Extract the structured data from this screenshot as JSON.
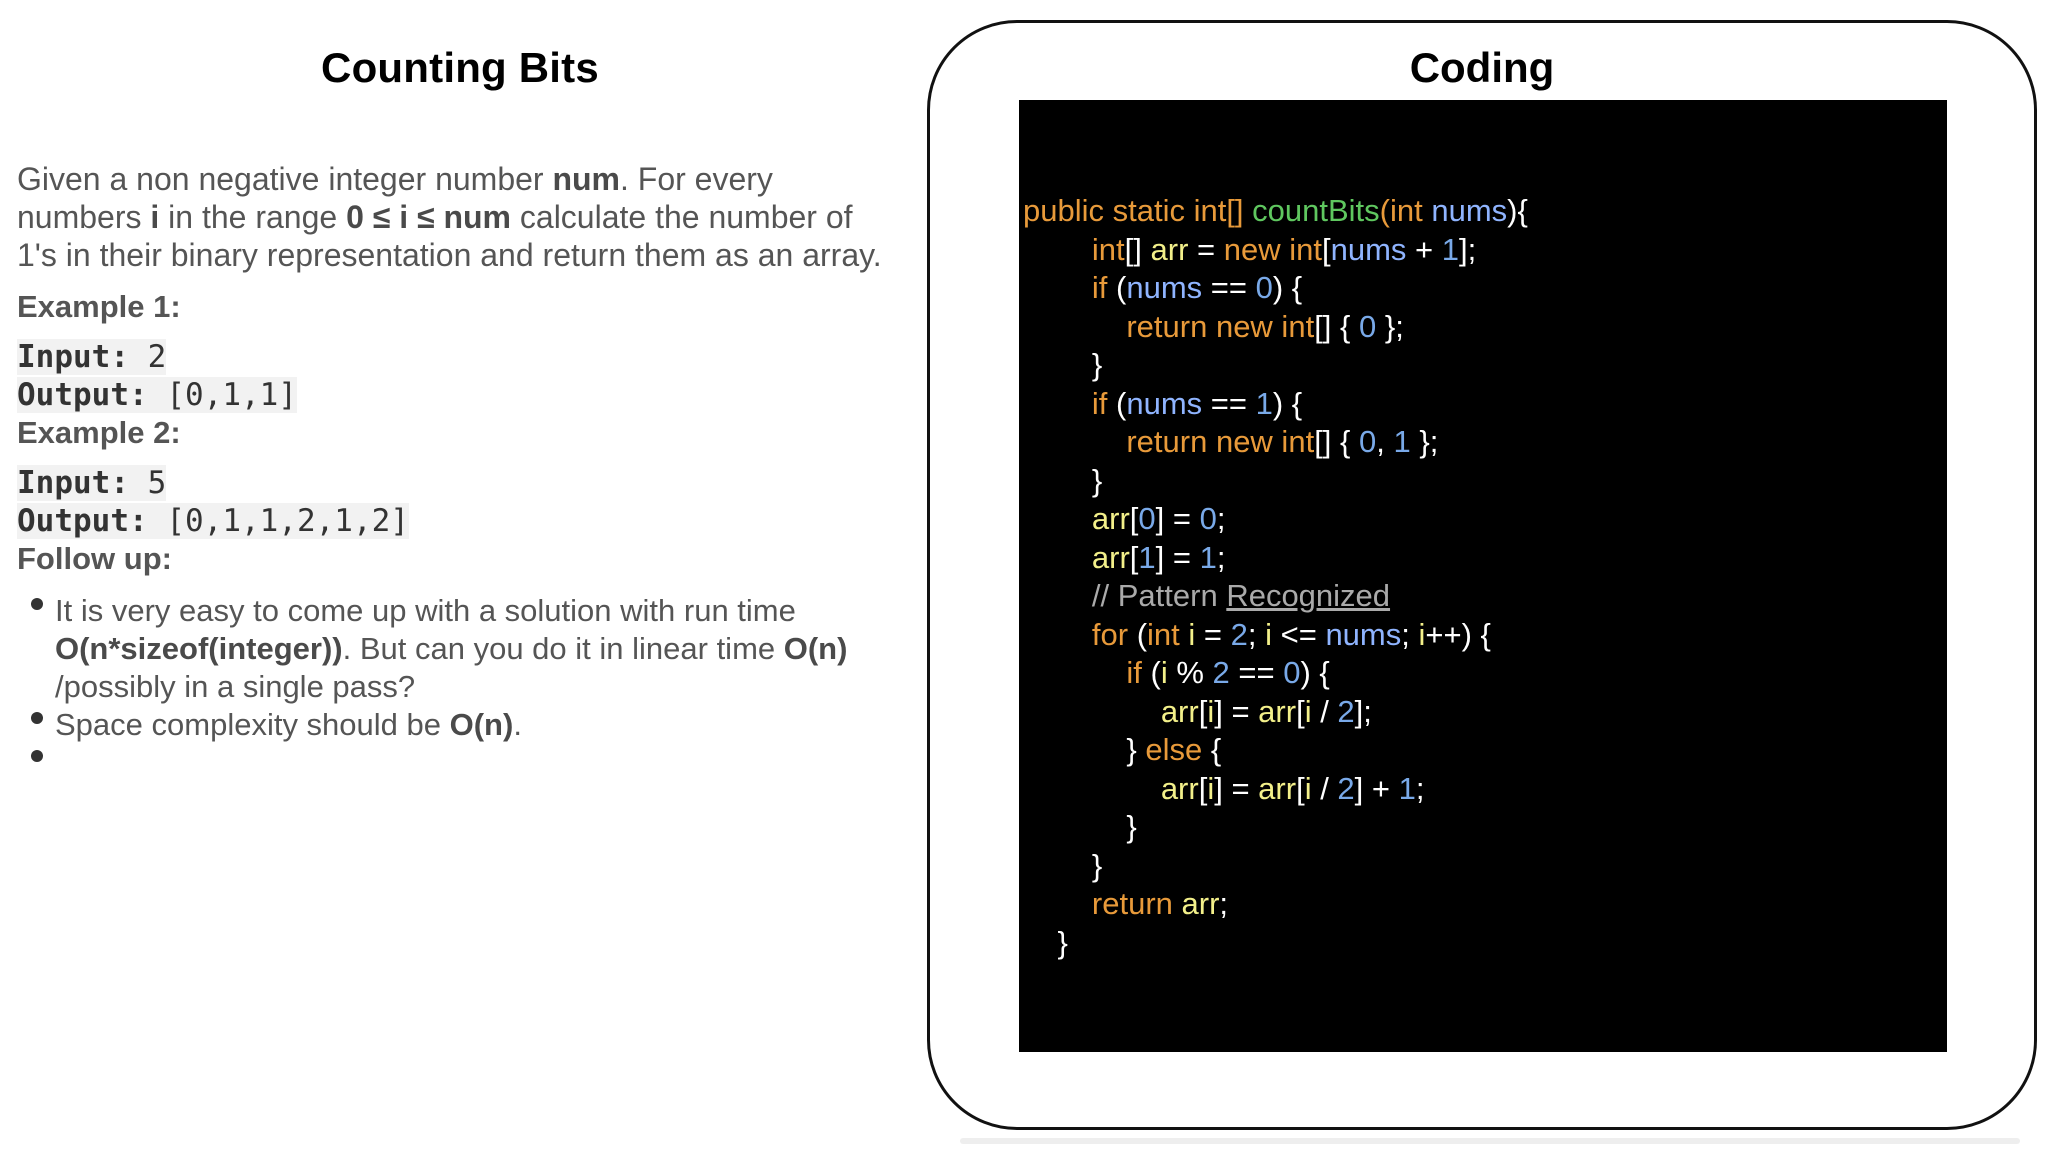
{
  "problem": {
    "title": "Counting Bits",
    "desc_1": "Given a non negative integer number ",
    "desc_num": "num",
    "desc_2": ". For every numbers ",
    "desc_i": "i",
    "desc_3": " in the range ",
    "desc_range": "0 ≤ i ≤ num",
    "desc_4": " calculate the number of 1's in their binary representation and return them as an array.",
    "example1_heading": "Example 1:",
    "example1_input_key": "Input:",
    "example1_input_val": "2",
    "example1_output_key": "Output:",
    "example1_output_val": "[0,1,1]",
    "example2_heading": "Example 2:",
    "example2_input_key": "Input:",
    "example2_input_val": "5",
    "example2_output_key": "Output:",
    "example2_output_val": "[0,1,1,2,1,2]",
    "followup_heading": "Follow up:",
    "followup_1a": "It is very easy to come up with a solution with run time ",
    "followup_1b": "O(n*sizeof(integer))",
    "followup_1c": ". But can you do it in linear time ",
    "followup_1d": "O(n)",
    "followup_1e": " /possibly in a single pass?",
    "followup_2a": "Space complexity should be ",
    "followup_2b": "O(n)",
    "followup_2c": "."
  },
  "coding": {
    "title": "Coding",
    "code_lines": [
      [
        [
          "kw",
          "public static int[] "
        ],
        [
          "fn",
          "countBits"
        ],
        [
          "kw",
          "("
        ],
        [
          "kw",
          "int "
        ],
        [
          "pm",
          "nums"
        ],
        [
          "",
          "){"
        ]
      ],
      [
        [
          "",
          "        "
        ],
        [
          "kw",
          "int"
        ],
        [
          "",
          "[] "
        ],
        [
          "vr",
          "arr"
        ],
        [
          "",
          " = "
        ],
        [
          "kw",
          "new int"
        ],
        [
          "",
          "["
        ],
        [
          "pm",
          "nums"
        ],
        [
          "",
          " + "
        ],
        [
          "nm",
          "1"
        ],
        [
          "",
          "];"
        ]
      ],
      [
        [
          "",
          "        "
        ],
        [
          "kw",
          "if "
        ],
        [
          "",
          "("
        ],
        [
          "pm",
          "nums"
        ],
        [
          "",
          " == "
        ],
        [
          "nm",
          "0"
        ],
        [
          "",
          ") {"
        ]
      ],
      [
        [
          "",
          "            "
        ],
        [
          "kw",
          "return new int"
        ],
        [
          "",
          "[] { "
        ],
        [
          "nm",
          "0"
        ],
        [
          "",
          " };"
        ]
      ],
      [
        [
          "",
          "        }"
        ]
      ],
      [
        [
          "",
          "        "
        ],
        [
          "kw",
          "if "
        ],
        [
          "",
          "("
        ],
        [
          "pm",
          "nums"
        ],
        [
          "",
          " == "
        ],
        [
          "nm",
          "1"
        ],
        [
          "",
          ") {"
        ]
      ],
      [
        [
          "",
          "            "
        ],
        [
          "kw",
          "return new int"
        ],
        [
          "",
          "[] { "
        ],
        [
          "nm",
          "0"
        ],
        [
          "",
          ", "
        ],
        [
          "nm",
          "1"
        ],
        [
          "",
          " };"
        ]
      ],
      [
        [
          "",
          "        }"
        ]
      ],
      [
        [
          "",
          "        "
        ],
        [
          "vr",
          "arr"
        ],
        [
          "",
          "["
        ],
        [
          "nm",
          "0"
        ],
        [
          "",
          "] = "
        ],
        [
          "nm",
          "0"
        ],
        [
          "",
          ";"
        ]
      ],
      [
        [
          "",
          "        "
        ],
        [
          "vr",
          "arr"
        ],
        [
          "",
          "["
        ],
        [
          "nm",
          "1"
        ],
        [
          "",
          "] = "
        ],
        [
          "nm",
          "1"
        ],
        [
          "",
          ";"
        ]
      ],
      [
        [
          "",
          "        "
        ],
        [
          "cm",
          "// Pattern "
        ],
        [
          "cmu",
          "Recognized"
        ]
      ],
      [
        [
          "",
          "        "
        ],
        [
          "kw",
          "for "
        ],
        [
          "",
          "("
        ],
        [
          "kw",
          "int "
        ],
        [
          "vr",
          "i"
        ],
        [
          "",
          " = "
        ],
        [
          "nm",
          "2"
        ],
        [
          "",
          "; "
        ],
        [
          "vr",
          "i"
        ],
        [
          "",
          " <= "
        ],
        [
          "pm",
          "nums"
        ],
        [
          "",
          "; "
        ],
        [
          "vr",
          "i"
        ],
        [
          "",
          "++) {"
        ]
      ],
      [
        [
          "",
          "            "
        ],
        [
          "kw",
          "if "
        ],
        [
          "",
          "("
        ],
        [
          "vr",
          "i"
        ],
        [
          "",
          " % "
        ],
        [
          "nm",
          "2"
        ],
        [
          "",
          " == "
        ],
        [
          "nm",
          "0"
        ],
        [
          "",
          ") {"
        ]
      ],
      [
        [
          "",
          "                "
        ],
        [
          "vr",
          "arr"
        ],
        [
          "",
          "["
        ],
        [
          "vr",
          "i"
        ],
        [
          "",
          "] = "
        ],
        [
          "vr",
          "arr"
        ],
        [
          "",
          "["
        ],
        [
          "vr",
          "i"
        ],
        [
          "",
          " / "
        ],
        [
          "nm",
          "2"
        ],
        [
          "",
          "];"
        ]
      ],
      [
        [
          "",
          "            } "
        ],
        [
          "kw",
          "else "
        ],
        [
          "",
          "{"
        ]
      ],
      [
        [
          "",
          "                "
        ],
        [
          "vr",
          "arr"
        ],
        [
          "",
          "["
        ],
        [
          "vr",
          "i"
        ],
        [
          "",
          "] = "
        ],
        [
          "vr",
          "arr"
        ],
        [
          "",
          "["
        ],
        [
          "vr",
          "i"
        ],
        [
          "",
          " / "
        ],
        [
          "nm",
          "2"
        ],
        [
          "",
          "] + "
        ],
        [
          "nm",
          "1"
        ],
        [
          "",
          ";"
        ]
      ],
      [
        [
          "",
          "            }"
        ]
      ],
      [
        [
          "",
          "        }"
        ]
      ],
      [
        [
          "",
          "        "
        ],
        [
          "kw",
          "return "
        ],
        [
          "vr",
          "arr"
        ],
        [
          "",
          ";"
        ]
      ],
      [
        [
          "",
          "    }"
        ]
      ]
    ]
  }
}
